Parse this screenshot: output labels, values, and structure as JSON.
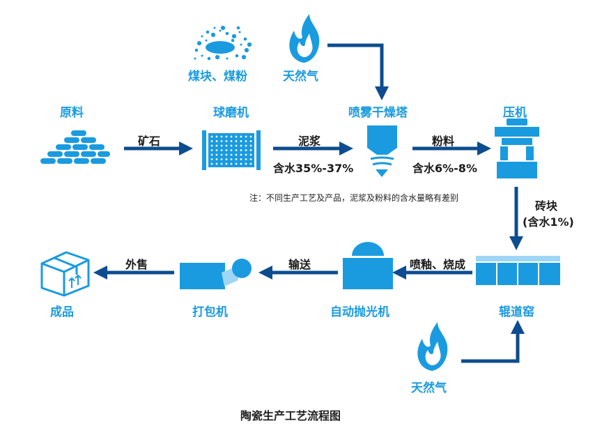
{
  "colors": {
    "accent": "#1a9be0",
    "dark_blue": "#0d4c8f",
    "text": "#1b1b1b"
  },
  "nodes": {
    "raw_material": "原料",
    "ball_mill": "球磨机",
    "spray_tower": "喷雾干燥塔",
    "press": "压机",
    "kiln": "辊道窑",
    "polisher": "自动抛光机",
    "packer": "打包机",
    "product": "成品",
    "coal": "煤块、煤粉",
    "gas_top": "天然气",
    "gas_bottom": "天然气"
  },
  "edges": {
    "ore": "矿石",
    "slurry": "泥浆",
    "slurry_water": "含水35%-37%",
    "powder": "粉料",
    "powder_water": "含水6%-8%",
    "brick": "砖块",
    "brick_water": "(含水1%)",
    "glaze_fire": "喷釉、烧成",
    "convey": "输送",
    "sell": "外售"
  },
  "note": "注：不同生产工艺及产品，泥浆及粉料的含水量略有差别",
  "caption": "陶瓷生产工艺流程图",
  "icons": [
    "bricks-pile-icon",
    "ball-mill-icon",
    "spray-tower-icon",
    "press-icon",
    "roller-kiln-icon",
    "polisher-icon",
    "packer-icon",
    "box-icon",
    "coal-icon",
    "flame-icon"
  ]
}
